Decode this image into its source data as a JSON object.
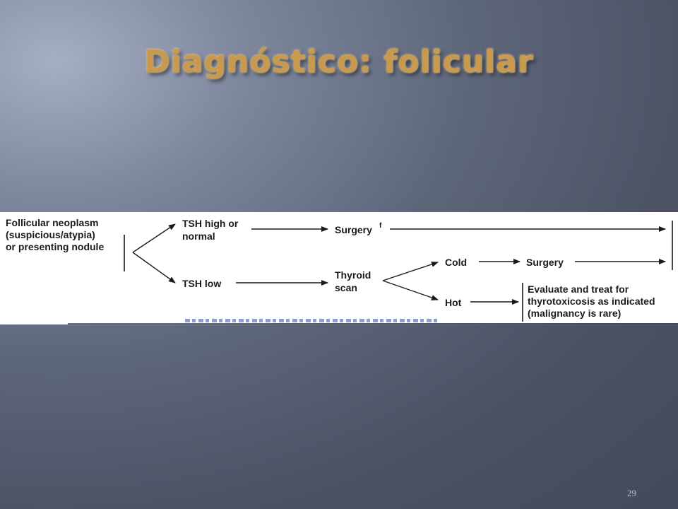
{
  "slide": {
    "title": "Diagnóstico: folicular",
    "page_number": "29"
  },
  "flowchart": {
    "start": [
      "Follicular neoplasm",
      "(suspicious/atypia)",
      "or presenting nodule"
    ],
    "tsh_high": [
      "TSH high or",
      "normal"
    ],
    "tsh_low": "TSH low",
    "surgery_f": "Surgery",
    "surgery_f_sup": "f",
    "thyroid_scan": [
      "Thyroid",
      "scan"
    ],
    "cold": "Cold",
    "hot": "Hot",
    "surgery": "Surgery",
    "evaluate": [
      "Evaluate and treat for",
      "thyrotoxicosis as indicated",
      "(malignancy is rare)"
    ]
  }
}
